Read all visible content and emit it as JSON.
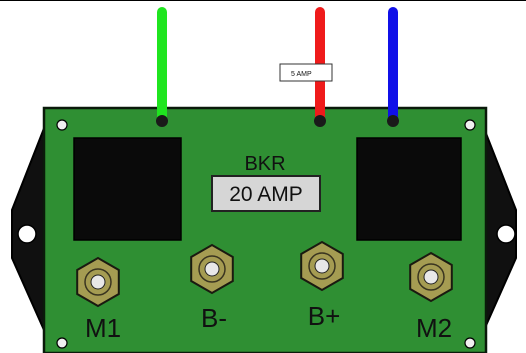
{
  "wire_tag": "5 AMP",
  "breaker": {
    "heading": "BKR",
    "rating": "20 AMP"
  },
  "terminals": [
    {
      "label": "M1"
    },
    {
      "label": "B-"
    },
    {
      "label": "B+"
    },
    {
      "label": "M2"
    }
  ],
  "colors": {
    "board": "#2f8f33",
    "board_outline": "#0a1a0a",
    "flange": "#101010",
    "relay_block": "#0a0a0a",
    "breaker_box": "#d6d6d6",
    "terminal_nut": "#a59c52",
    "terminal_center": "#e8e8e8",
    "wire_green": "#1fe51f",
    "wire_red": "#ef1b1b",
    "wire_blue": "#1010e8"
  }
}
